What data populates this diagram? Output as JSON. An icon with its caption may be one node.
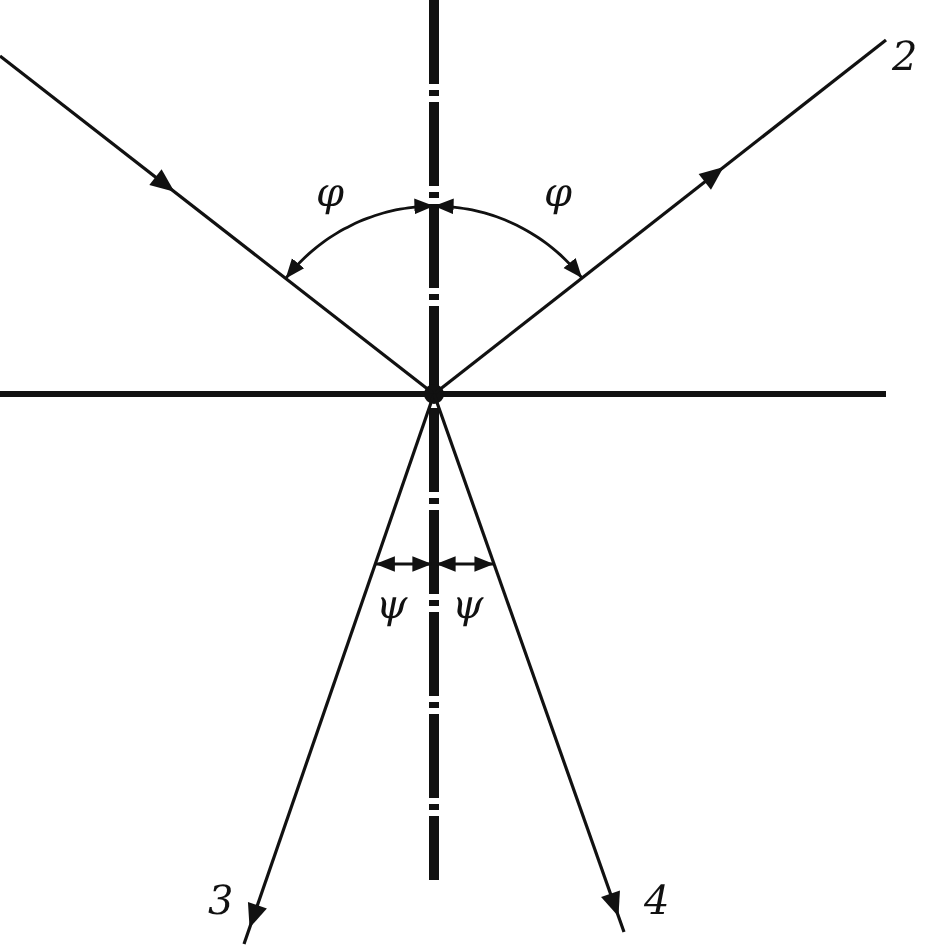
{
  "diagram": {
    "labels": [
      "2",
      "φ",
      "φ",
      "ψ",
      "ψ",
      "3",
      "4"
    ]
  }
}
